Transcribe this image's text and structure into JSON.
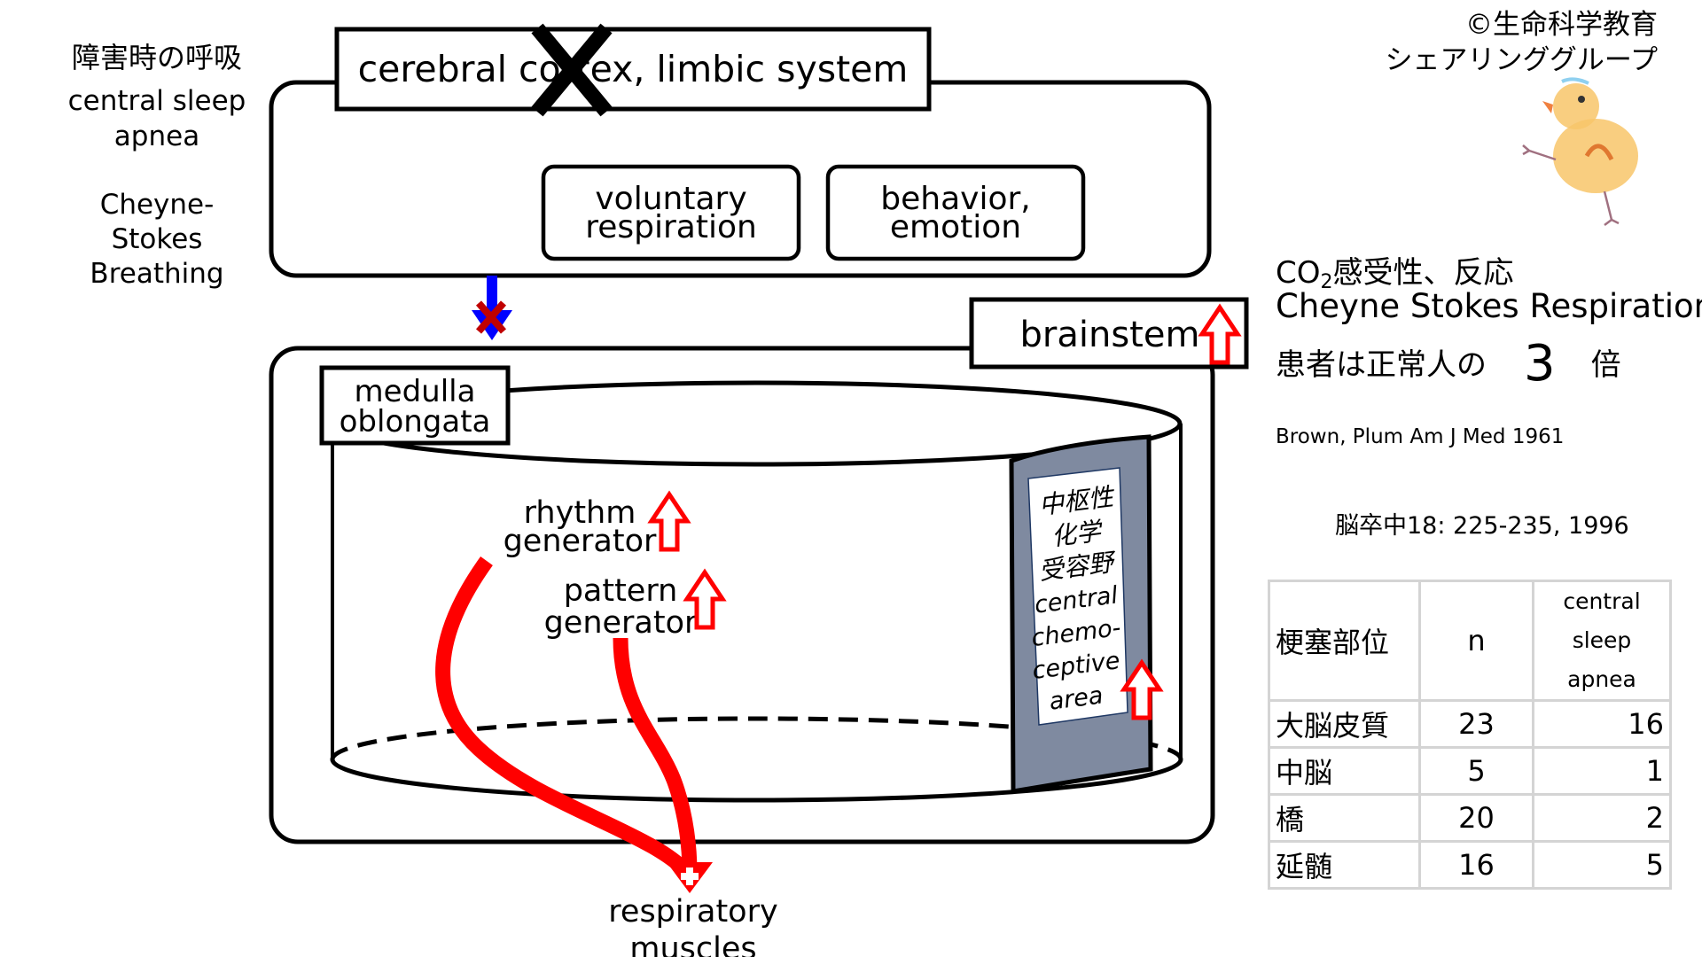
{
  "left_panel": {
    "title": "障害時の呼吸",
    "csa_line1": "central sleep",
    "csa_line2": "apnea",
    "csb_line1": "Cheyne-",
    "csb_line2": "Stokes",
    "csb_line3": "Breathing"
  },
  "copyright": {
    "line1": "©生命科学教育",
    "line2": "シェアリンググループ"
  },
  "diagram": {
    "cortex_label": "cerebral cortex, limbic system",
    "voluntary_line1": "voluntary",
    "voluntary_line2": "respiration",
    "behavior_line1": "behavior,",
    "behavior_line2": "emotion",
    "brainstem_label": "brainstem",
    "medulla_line1": "medulla",
    "medulla_line2": "oblongata",
    "rhythm_line1": "rhythm",
    "rhythm_line2": "generator",
    "pattern_line1": "pattern",
    "pattern_line2": "generator",
    "chemo_lines": [
      "中枢性",
      "化学",
      "受容野",
      "central",
      "chemo-",
      "ceptive",
      "area"
    ],
    "muscles_line1": "respiratory",
    "muscles_line2": "muscles",
    "colors": {
      "accent_red": "#ff0000",
      "blocked_arrow_blue": "#0000ff",
      "block_x_red": "#c00000",
      "chemo_panel": "#7f8aa0"
    }
  },
  "findings": {
    "co2_prefix": "CO",
    "co2_sub": "2",
    "co2_suffix": "感受性、反応",
    "csr": "Cheyne Stokes Respiration",
    "ratio_prefix": "患者は正常人の",
    "ratio_value": "3",
    "ratio_suffix": "倍",
    "ref1": "Brown, Plum Am J Med 1961",
    "ref2": "脳卒中18: 225-235, 1996"
  },
  "table": {
    "headers": [
      "梗塞部位",
      "n",
      "central sleep apnea"
    ],
    "header_csa_lines": [
      "central",
      "sleep",
      "apnea"
    ],
    "rows": [
      {
        "site": "大脳皮質",
        "n": "23",
        "csa": "16"
      },
      {
        "site": "中脳",
        "n": "5",
        "csa": "1"
      },
      {
        "site": "橋",
        "n": "20",
        "csa": "2"
      },
      {
        "site": "延髄",
        "n": "16",
        "csa": "5"
      }
    ]
  }
}
